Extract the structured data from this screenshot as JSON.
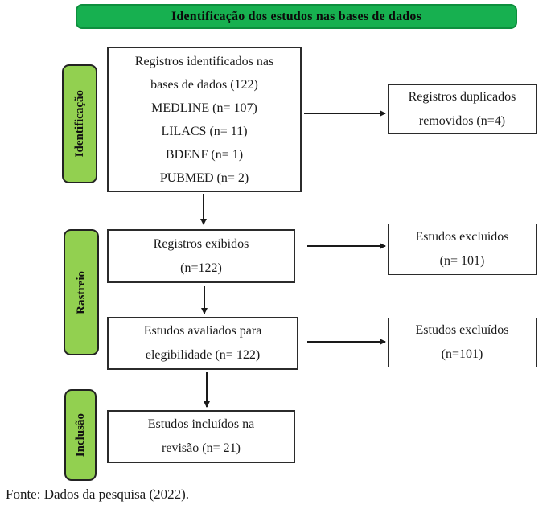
{
  "banner": {
    "label": "Identificação dos estudos nas bases de dados"
  },
  "stages": [
    {
      "label": "Identificação"
    },
    {
      "label": "Rastreio"
    },
    {
      "label": "Inclusão"
    }
  ],
  "boxes": {
    "identified": {
      "lines": [
        "Registros identificados nas",
        "bases de dados (122)",
        "MEDLINE (n= 107)",
        "LILACS (n= 11)",
        "BDENF (n= 1)",
        "PUBMED (n= 2)"
      ]
    },
    "duplicates": {
      "lines": [
        "Registros duplicados",
        "removidos (n=4)"
      ]
    },
    "screened": {
      "lines": [
        "Registros exibidos",
        "(n=122)"
      ]
    },
    "excluded_screening": {
      "lines": [
        "Estudos excluídos",
        "(n= 101)"
      ]
    },
    "eligibility": {
      "lines": [
        "Estudos avaliados para",
        "elegibilidade (n= 122)"
      ]
    },
    "excluded_eligibility": {
      "lines": [
        "Estudos excluídos",
        "(n=101)"
      ]
    },
    "included": {
      "lines": [
        "Estudos incluídos na",
        "revisão (n= 21)"
      ]
    }
  },
  "footer": {
    "source": "Fonte: Dados da pesquisa (2022)."
  },
  "colors": {
    "banner_green": "#17B050",
    "banner_border": "#0E8F3E",
    "stage_green": "#92D050",
    "box_border": "#2B2B2B",
    "arrow": "#1A1A1A",
    "text": "#1A1A1A"
  }
}
